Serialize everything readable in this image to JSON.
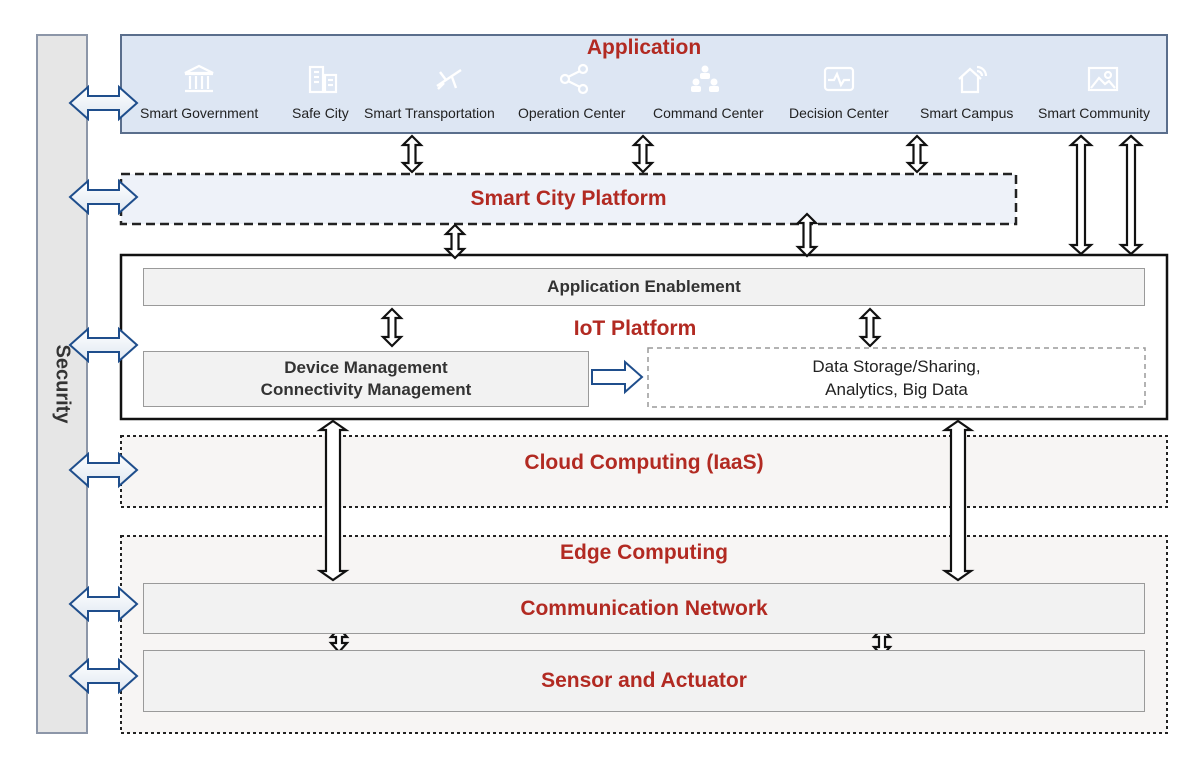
{
  "security_label": "Security",
  "application": {
    "title": "Application",
    "items": [
      {
        "label": "Smart Government",
        "icon": "government-building-icon"
      },
      {
        "label": "Safe City",
        "icon": "city-buildings-icon"
      },
      {
        "label": "Smart Transportation",
        "icon": "airplane-icon"
      },
      {
        "label": "Operation Center",
        "icon": "share-network-icon"
      },
      {
        "label": "Command Center",
        "icon": "people-hierarchy-icon"
      },
      {
        "label": "Decision Center",
        "icon": "heartbeat-monitor-icon"
      },
      {
        "label": "Smart Campus",
        "icon": "house-wifi-icon"
      },
      {
        "label": "Smart Community",
        "icon": "picture-icon"
      }
    ]
  },
  "smart_city_platform": {
    "title": "Smart City Platform"
  },
  "iot_platform": {
    "title": "IoT Platform",
    "application_enablement": "Application Enablement",
    "device_management": "Device Management",
    "connectivity_management": "Connectivity Management",
    "data_storage_line1": "Data Storage/Sharing,",
    "data_storage_line2": "Analytics, Big Data"
  },
  "cloud_computing": {
    "title": "Cloud Computing (IaaS)"
  },
  "edge_computing": {
    "title": "Edge Computing",
    "communication_network": "Communication Network",
    "sensor_actuator": "Sensor and Actuator"
  },
  "colors": {
    "title_red": "#b22a22",
    "application_fill": "#dde6f3",
    "application_border": "#5a6e8c",
    "blue_arrow": "#1f4e8c",
    "security_fill": "#e6e6e6",
    "gray_box": "#f2f2f2"
  }
}
